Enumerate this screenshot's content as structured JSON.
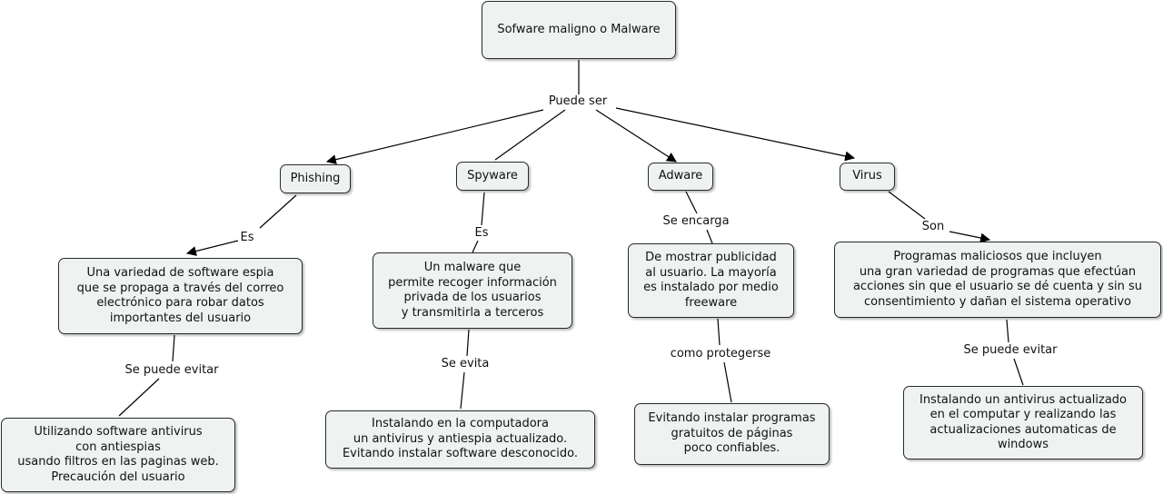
{
  "concepts": {
    "root": "Sofware maligno o Malware",
    "phishing": "Phishing",
    "spyware": "Spyware",
    "adware": "Adware",
    "virus": "Virus",
    "phishing_desc": "Una variedad de software espia\nque se propaga a través del correo\nelectrónico para robar datos\nimportantes del usuario",
    "spyware_desc": "Un malware que\npermite recoger información\nprivada de los usuarios\ny transmitirla a terceros",
    "adware_desc": "De mostrar publicidad\nal usuario. La mayoría\nes instalado por medio\nfreeware",
    "virus_desc": "Programas maliciosos que incluyen\nuna gran variedad de programas que efectúan\nacciones sin que el usuario se dé cuenta y sin su\nconsentimiento y dañan el sistema operativo",
    "phishing_prev": "Utilizando software antivirus\ncon antiespias\nusando filtros en las paginas web.\nPrecaución del usuario",
    "spyware_prev": "Instalando en la computadora\nun antivirus y antiespia actualizado.\nEvitando instalar software desconocido.",
    "adware_prev": "Evitando instalar programas\ngratuitos de páginas\npoco confiables.",
    "virus_prev": "Instalando un antivirus actualizado\nen el computar y realizando las\nactualizaciones automaticas de\nwindows"
  },
  "linking_phrases": {
    "puede_ser": "Puede ser",
    "es_1": "Es",
    "es_2": "Es",
    "se_encarga": "Se encarga",
    "son": "Son",
    "se_puede_evitar_1": "Se puede evitar",
    "se_evita": "Se evita",
    "como_protegerse": "como protegerse",
    "se_puede_evitar_2": "Se puede evitar"
  },
  "colors": {
    "node_fill": "#eef2f1",
    "node_border": "#2a2a2a",
    "line": "#000000"
  }
}
